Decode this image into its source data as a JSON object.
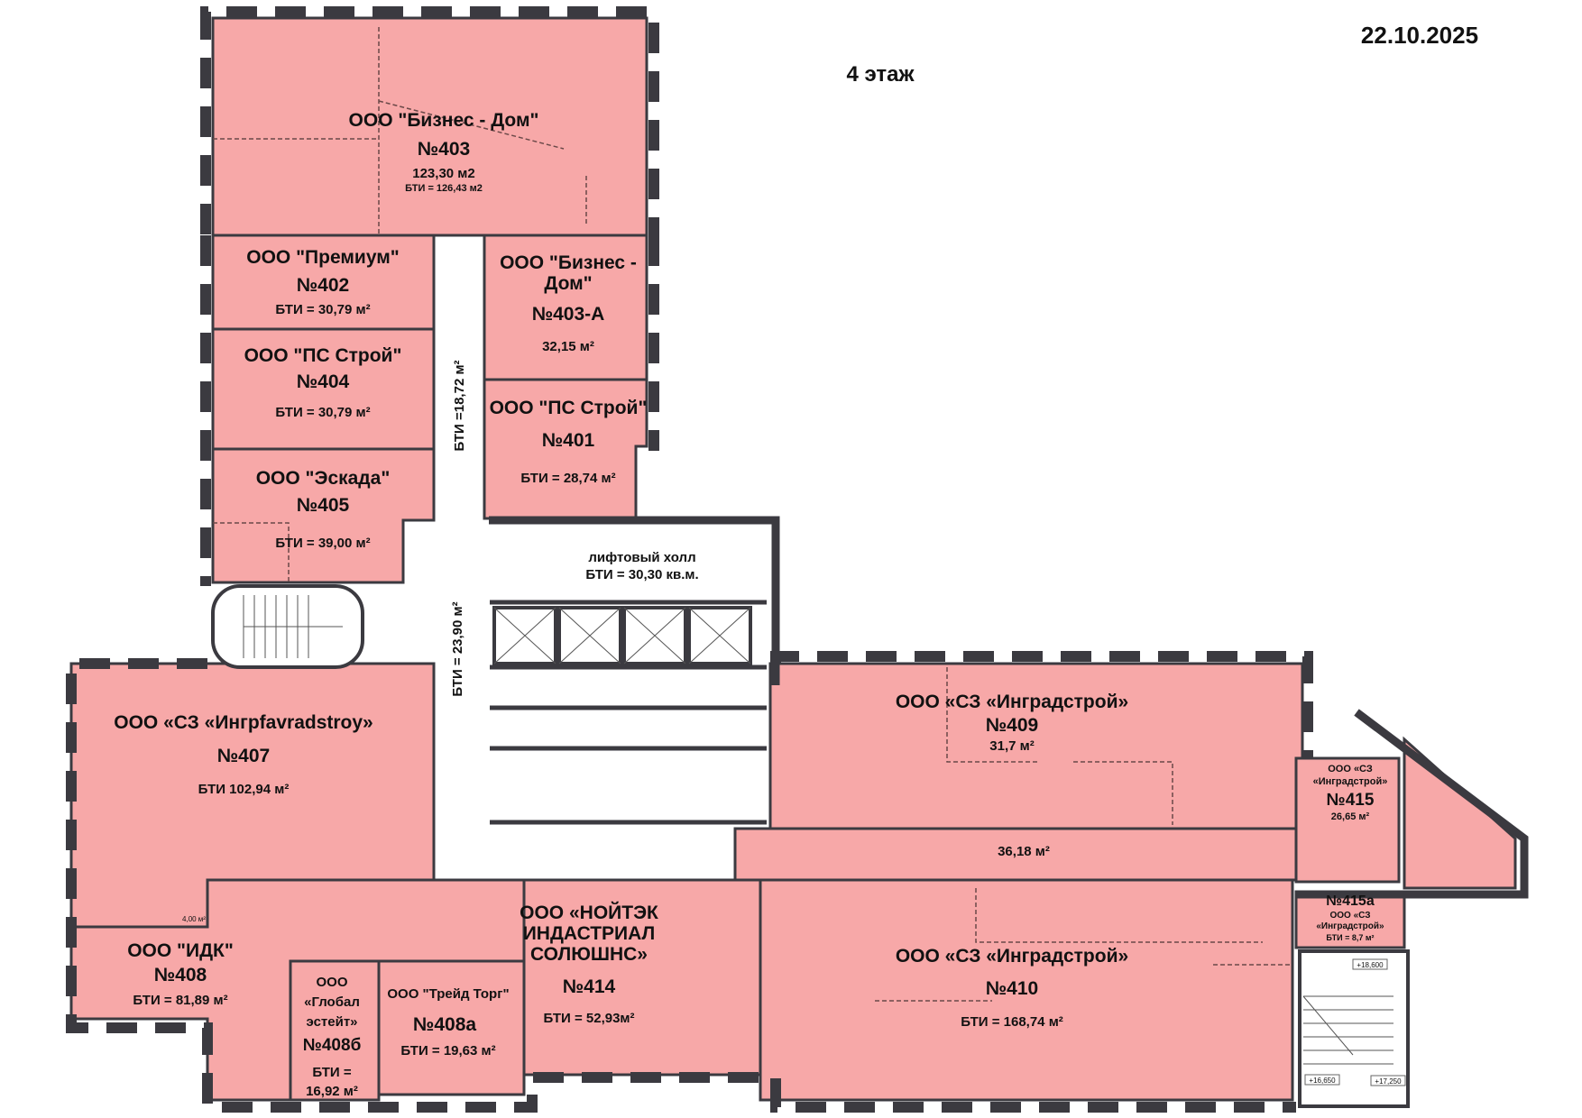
{
  "header": {
    "date": "22.10.2025",
    "floor": "4 этаж"
  },
  "rooms": {
    "r403": {
      "company": "ООО \"Бизнес - Дом\"",
      "number": "№403",
      "area": "123,30 м2",
      "bti": "БТИ = 126,43 м2"
    },
    "r402": {
      "company": "ООО \"Премиум\"",
      "number": "№402",
      "bti": "БТИ = 30,79 м²"
    },
    "r404": {
      "company": "ООО \"ПС Строй\"",
      "number": "№404",
      "bti": "БТИ = 30,79 м²"
    },
    "r405": {
      "company": "ООО \"Эскада\"",
      "number": "№405",
      "bti": "БТИ = 39,00 м²"
    },
    "r403a": {
      "company_line1": "ООО \"Бизнес -",
      "company_line2": "Дом\"",
      "number": "№403-А",
      "area": "32,15 м²"
    },
    "r401": {
      "company": "ООО \"ПС Строй\"",
      "number": "№401",
      "bti": "БТИ = 28,74 м²"
    },
    "corridor_upper": {
      "bti": "БТИ =18,72 м²"
    },
    "corridor_lower": {
      "bti": "БТИ = 23,90 м²"
    },
    "lift_hall": {
      "name": "лифтовый холл",
      "bti": "БТИ = 30,30 кв.м."
    },
    "r407": {
      "company": "ООО «СЗ «Ингрfavradstroy»",
      "number": "№407",
      "bti": "БТИ 102,94 м²",
      "sub_area": "4,00 м²"
    },
    "r408": {
      "company": "ООО \"ИДК\"",
      "number": "№408",
      "bti": "БТИ = 81,89 м²"
    },
    "r408b": {
      "company_line1": "ООО",
      "company_line2": "«Глобал",
      "company_line3": "эстейт»",
      "number": "№408б",
      "bti_line1": "БТИ =",
      "bti_line2": "16,92 м²"
    },
    "r408a": {
      "company": "ООО \"Трейд Торг\"",
      "number": "№408а",
      "bti": "БТИ = 19,63 м²"
    },
    "r414": {
      "company_line1": "ООО «НОЙТЭК",
      "company_line2": "ИНДАСТРИАЛ",
      "company_line3": "СОЛЮШНС»",
      "number": "№414",
      "bti": "БТИ = 52,93м²"
    },
    "r409": {
      "company": "ООО «СЗ «Ингрaдстрой»",
      "number": "№409",
      "area": "31,7 м²"
    },
    "corridor_east": {
      "area": "36,18 м²"
    },
    "r410": {
      "company": "ООО «СЗ «Ингрaдстрой»",
      "number": "№410",
      "bti": "БТИ = 168,74 м²"
    },
    "r415": {
      "company_line1": "ООО «СЗ",
      "company_line2": "«Ингрaдстрой»",
      "number": "№415",
      "area": "26,65 м²"
    },
    "r415a": {
      "number": "№415а",
      "company_line1": "ООО «СЗ",
      "company_line2": "«Ингрaдстрой»",
      "bti": "БТИ = 8,7 м²"
    }
  },
  "stair_east": {
    "elev_top": "+18,600",
    "elev_left": "+16,650",
    "elev_right": "+17,250"
  },
  "colors": {
    "occupied": "#f7a8a8",
    "wall": "#3b3a40"
  }
}
